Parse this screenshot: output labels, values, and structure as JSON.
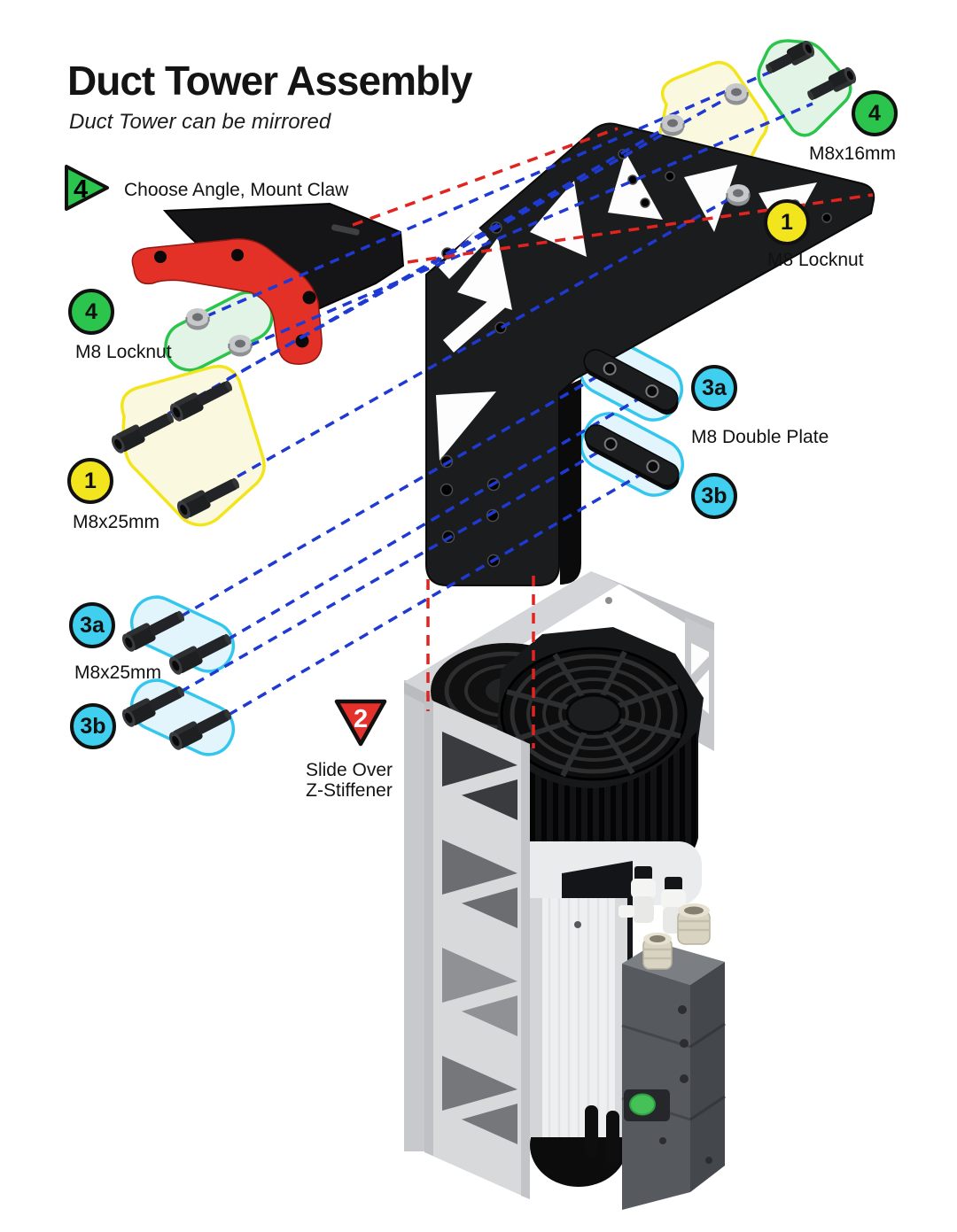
{
  "header": {
    "title": "Duct Tower Assembly",
    "subtitle": "Duct Tower can be mirrored"
  },
  "callouts": {
    "step4": {
      "number": "4",
      "label": "Choose Angle, Mount Claw"
    },
    "m8x16": {
      "number": "4",
      "label": "M8x16mm"
    },
    "locknut_right": {
      "number": "1",
      "label": "M8 Locknut"
    },
    "locknut_left": {
      "number": "4",
      "label": "M8 Locknut"
    },
    "m8x25_left": {
      "number": "1",
      "label": "M8x25mm"
    },
    "double_plate_a": {
      "number": "3a"
    },
    "double_plate_b": {
      "number": "3b"
    },
    "double_plate_label": "M8 Double Plate",
    "screws_a": {
      "number": "3a"
    },
    "screws_b": {
      "number": "3b"
    },
    "screws_label": "M8x25mm",
    "step2": {
      "number": "2",
      "label_line1": "Slide Over",
      "label_line2": "Z-Stiffener"
    }
  },
  "colors": {
    "green": "#2bc44c",
    "yellow": "#f3e51d",
    "cyan": "#40cfee",
    "red": "#e5312b",
    "blue_dash": "#1e3ad2",
    "red_dash": "#e22420",
    "green_tint": "#e2f4e6",
    "yellow_tint": "#fbf8e0",
    "cyan_tint": "#e3f5fc",
    "ink": "#131313"
  }
}
